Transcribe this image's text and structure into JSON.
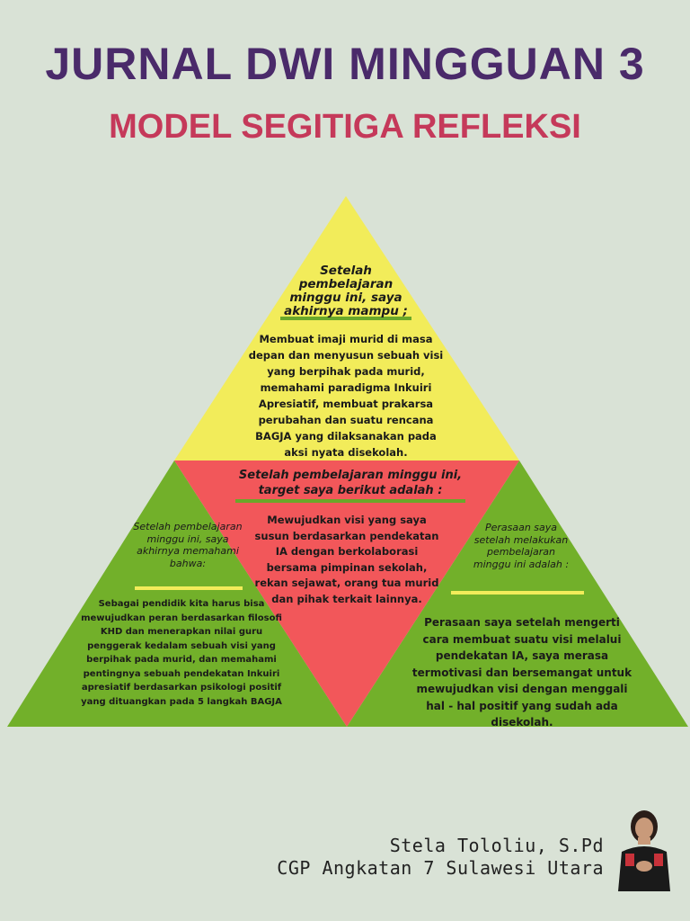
{
  "header": {
    "title": "JURNAL DWI MINGGUAN 3",
    "subtitle": "MODEL SEGITIGA REFLEKSI"
  },
  "top_section": {
    "heading": "Setelah pembelajaran minggu ini, saya akhirnya mampu ;",
    "body": "Membuat imaji murid di masa depan dan menyusun sebuah visi yang berpihak pada murid, memahami paradigma Inkuiri Apresiatif, membuat prakarsa perubahan dan suatu rencana BAGJA yang dilaksanakan pada aksi nyata disekolah."
  },
  "center_section": {
    "heading": "Setelah pembelajaran minggu ini, target saya berikut adalah :",
    "body": "Mewujudkan visi yang saya susun berdasarkan pendekatan IA dengan berkolaborasi bersama pimpinan sekolah, rekan sejawat, orang tua murid dan pihak terkait lainnya."
  },
  "left_section": {
    "heading": "Setelah pembelajaran minggu ini, saya akhirnya memahami bahwa:",
    "body": "Sebagai pendidik kita harus bisa mewujudkan peran berdasarkan filosofi KHD dan menerapkan nilai guru penggerak kedalam sebuah visi yang berpihak pada murid, dan memahami pentingnya sebuah pendekatan Inkuiri apresiatif berdasarkan psikologi positif yang dituangkan pada 5 langkah BAGJA"
  },
  "right_section": {
    "heading": "Perasaan saya setelah melakukan pembelajaran minggu ini adalah :",
    "body": "Perasaan saya setelah mengerti cara membuat suatu visi melalui pendekatan IA, saya merasa termotivasi dan bersemangat untuk mewujudkan visi dengan menggali hal - hal positif yang sudah ada disekolah."
  },
  "author": {
    "name": "Stela Tololiu, S.Pd",
    "role": "CGP Angkatan 7 Sulawesi Utara"
  },
  "colors": {
    "background": "#d9e2d6",
    "title": "#4a2a6a",
    "subtitle": "#c5395a",
    "yellow": "#f2ec5a",
    "red": "#f2575a",
    "green": "#72b02a"
  }
}
